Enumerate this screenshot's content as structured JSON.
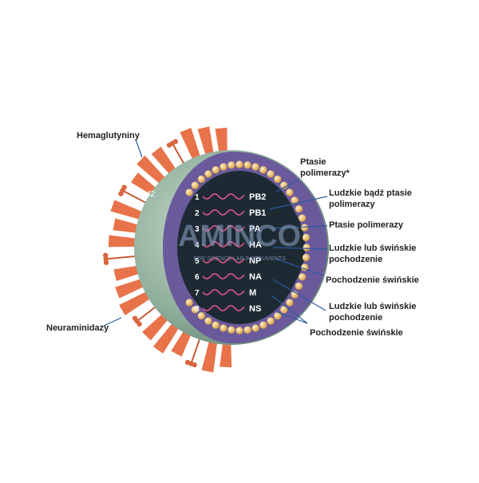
{
  "labels": {
    "hemaglutyniny": "Hemaglutyniny",
    "neuraminidazy": "Neuraminidazy",
    "m2": "M2",
    "ptasie_polimerazy_star": "Ptasie polimerazy*",
    "ludzkie_badz_ptasie": "Ludzkie bądź ptasie polimerazy",
    "ptasie_polimerazy": "Ptasie polimerazy",
    "ludzkie_lub_swinskie_1": "Ludzkie lub świńskie pochodzenie",
    "pochodzenie_swinskie_1": "Pochodzenie świńskie",
    "ludzkie_lub_swinskie_2": "Ludzkie lub świńskie pochodzenie",
    "pochodzenie_swinskie_2": "Pochodzenie świńskie"
  },
  "segments": [
    {
      "num": "1",
      "name": "PB2"
    },
    {
      "num": "2",
      "name": "PB1"
    },
    {
      "num": "3",
      "name": "PA"
    },
    {
      "num": "4",
      "name": "HA"
    },
    {
      "num": "5",
      "name": "NP"
    },
    {
      "num": "6",
      "name": "NA"
    },
    {
      "num": "7",
      "name": "M"
    },
    {
      "num": "8",
      "name": "NS"
    }
  ],
  "watermark": {
    "main": "AMINCO",
    "sub": "FOR SCIENCE LAB INSTRUMENTS"
  },
  "colors": {
    "spike": "#e8734a",
    "envelope": "#7fa08e",
    "membrane": "#6a5a9c",
    "core": "#1e2a33",
    "bead": "#e8b55a",
    "rna": "#e0548c"
  }
}
